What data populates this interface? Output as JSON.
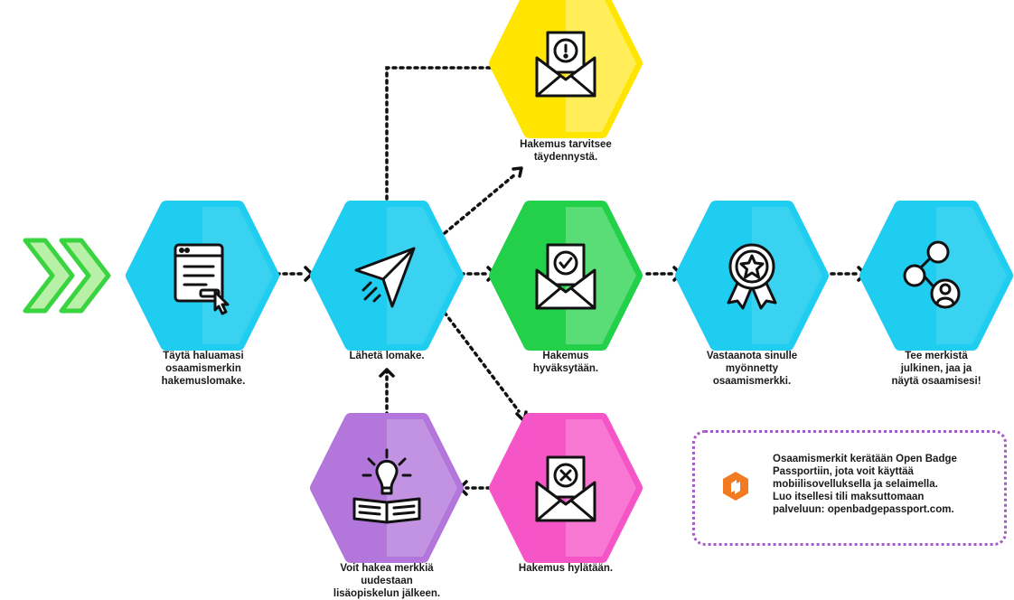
{
  "steps": {
    "fill_form": {
      "label": "Täytä haluamasi\nosaamismerkin\nhakemuslomake.",
      "icon": "form-window-cursor-icon",
      "color": "#1ecdf0"
    },
    "send_form": {
      "label": "Lähetä lomake.",
      "icon": "paper-plane-icon",
      "color": "#1ecdf0"
    },
    "needs_more": {
      "label": "Hakemus tarvitsee\ntäydennystä.",
      "icon": "envelope-exclamation-icon",
      "color": "#ffe500"
    },
    "approved": {
      "label": "Hakemus\nhyväksytään.",
      "icon": "envelope-check-icon",
      "color": "#23d04a"
    },
    "receive_badge": {
      "label": "Vastaanota sinulle\nmyönnetty\nosaamismerkki.",
      "icon": "badge-ribbon-icon",
      "color": "#1ecdf0"
    },
    "share_badge": {
      "label": "Tee merkistä\njulkinen, jaa ja\nnäytä osaamisesi!",
      "icon": "share-network-icon",
      "color": "#1ecdf0"
    },
    "rejected": {
      "label": "Hakemus hylätään.",
      "icon": "envelope-x-icon",
      "color": "#f655c8"
    },
    "reapply": {
      "label": "Voit hakea merkkiä\nuudestaan\nlisäopiskelun jälkeen.",
      "icon": "book-lightbulb-icon",
      "color": "#b377dc"
    }
  },
  "info": {
    "text": "Osaamismerkit kerätään Open Badge\nPassportiin, jota voit käyttää\nmobiilisovelluksella ja selaimella.\nLuo itsellesi tili maksuttomaan\npalveluun: openbadgepassport.com.",
    "logo": "open-badge-passport-logo",
    "logo_color": "#f27a21",
    "border_color": "#a35bc8"
  },
  "start_chevrons": {
    "icon": "double-chevron-right-icon",
    "color": "#39d43f"
  }
}
